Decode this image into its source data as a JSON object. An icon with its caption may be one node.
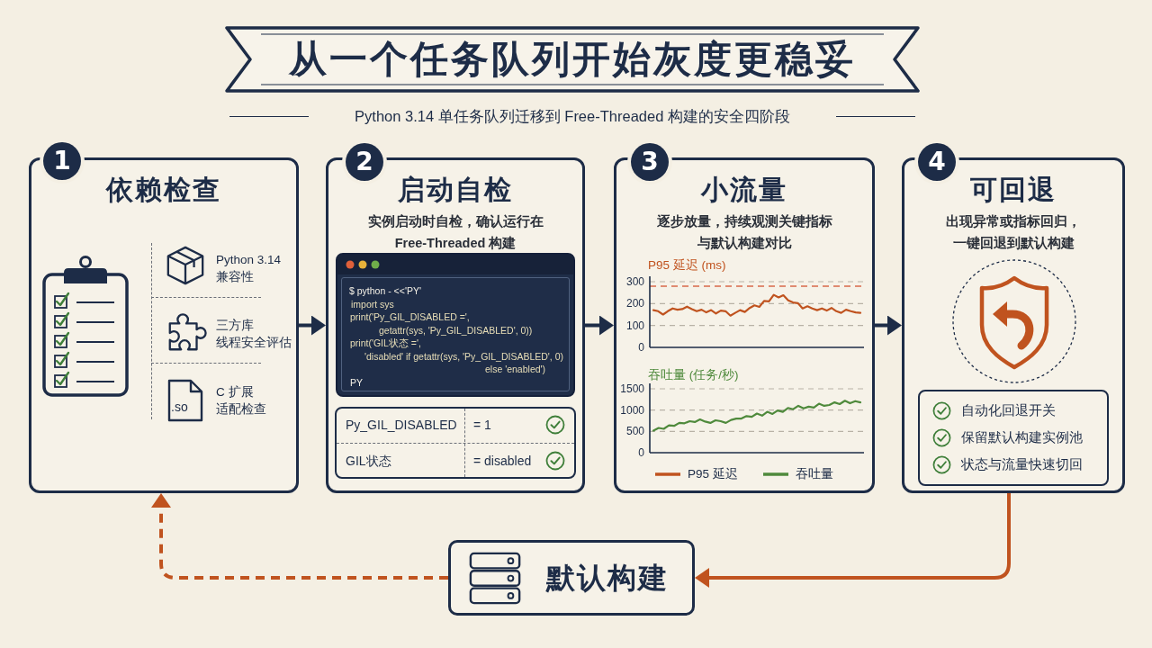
{
  "diagram": {
    "title": "从一个任务队列开始灰度更稳妥",
    "nodes": [
      {
        "text": [
          "1"
        ]
      },
      {
        "text": [
          "依赖检查"
        ]
      },
      {
        "text": [
          ".so"
        ],
        "in": 1
      },
      {
        "text": [
          "2"
        ]
      },
      {
        "text": [
          "启动自检",
          "实例启动时自检，确认运行在 Free-Threaded 构建"
        ]
      },
      {
        "text": [
          "$ python - <<'PY'",
          "import sys",
          "print('Py_GIL_DISABLED =',",
          "getattr(sys, 'Py_GIL_DISABLED', 0))",
          "print('GIL状态 =',",
          "'disabled' if getattr(sys, 'Py_GIL_DISABLED', 0)",
          "else 'enabled')",
          "PY"
        ],
        "in": 4
      },
      {
        "text": [
          "Py_GIL_DISABLED",
          "= 1",
          "GIL状态",
          "= disabled"
        ],
        "in": 4
      },
      {
        "text": [
          "3"
        ]
      },
      {
        "text": [
          "小流量",
          "逐步放量，持续观测关键指标与默认构建对比"
        ]
      },
      {
        "text": [
          "4"
        ]
      },
      {
        "text": [
          "可回退",
          "出现异常或指标回归，一键回退到默认构建"
        ]
      },
      {
        "text": [
          "自动化回退开关",
          "保留默认构建实例池",
          "状态与流量快速切回"
        ],
        "in": 10
      },
      {
        "text": [
          "默认构建"
        ]
      }
    ],
    "edges": [
      {
        "from": 1,
        "to": 4,
        "arrow": "to"
      },
      {
        "from": 4,
        "to": 8,
        "arrow": "to"
      },
      {
        "from": 8,
        "to": 10,
        "arrow": "to"
      },
      {
        "from": 10,
        "to": 12,
        "arrow": "to",
        "color": "#c0531f"
      },
      {
        "from": 12,
        "to": 1,
        "arrow": "to",
        "style": "dashed",
        "color": "#c0531f"
      }
    ],
    "labels": [
      "Python 3.14 单任务队列迁移到 Free-Threaded 构建的安全四阶段",
      "Python 3.14 兼容性",
      "三方库线程安全评估",
      "C 扩展适配检查"
    ],
    "legend": [
      {
        "text": "P95 延迟"
      },
      {
        "text": "吞吐量"
      }
    ],
    "chart_data": [
      {
        "type": "line",
        "title": "P95 延迟 (ms)",
        "ylim": [
          0,
          300
        ],
        "yticks": [
          0,
          100,
          200,
          300
        ],
        "series": [
          {
            "color": "#c0531f",
            "values": [
              170,
              165,
              150,
              165,
              178,
              172,
              175,
              186,
              175,
              165,
              172,
              160,
              170,
              155,
              168,
              165,
              145,
              158,
              170,
              162,
              180,
              192,
              185,
              212,
              210,
              240,
              228,
              238,
              215,
              205,
              202,
              178,
              188,
              178,
              170,
              178,
              168,
              180,
              165,
              158,
              172,
              165,
              160,
              158
            ]
          }
        ]
      },
      {
        "type": "line",
        "title": "吞吐量 (任务/秒)",
        "ylim": [
          0,
          1500
        ],
        "yticks": [
          0,
          500,
          1000,
          1500
        ],
        "series": [
          {
            "color": "#4f8a3c",
            "values": [
              520,
              580,
              560,
              640,
              630,
              700,
              690,
              740,
              720,
              780,
              730,
              700,
              760,
              740,
              700,
              770,
              800,
              800,
              860,
              840,
              920,
              870,
              960,
              910,
              990,
              960,
              1050,
              1020,
              1100,
              1040,
              1080,
              1060,
              1150,
              1100,
              1120,
              1180,
              1140,
              1220,
              1160,
              1210,
              1180
            ]
          }
        ]
      }
    ]
  }
}
